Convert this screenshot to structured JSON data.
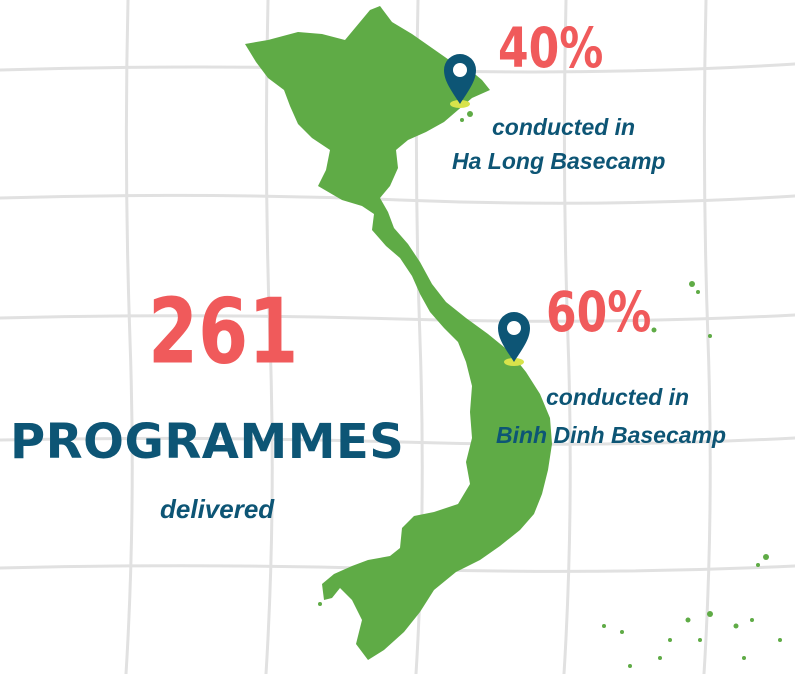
{
  "colors": {
    "accent": "#f05a5b",
    "text": "#0d5575",
    "land": "#5fab46",
    "marker": "#0d5575",
    "marker_base": "#d8e34b",
    "grid": "#e1e1e1"
  },
  "total": {
    "number": "261",
    "label": "PROGRAMMES",
    "sublabel": "delivered"
  },
  "locations": [
    {
      "percent": "40%",
      "line1": "conducted in",
      "line2": "Ha Long Basecamp",
      "marker_icon": "map-pin-icon"
    },
    {
      "percent": "60%",
      "line1": "conducted in",
      "line2": "Binh Dinh Basecamp",
      "marker_icon": "map-pin-icon"
    }
  ]
}
